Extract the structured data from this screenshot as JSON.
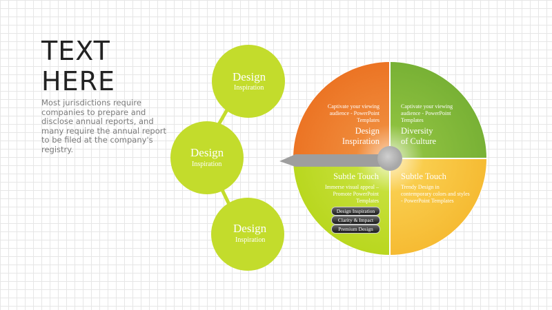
{
  "heading": {
    "line1": "TEXT",
    "line2": "HERE"
  },
  "description": "Most jurisdictions require companies to prepare and disclose annual reports, and many require the annual report to be filed at the company's registry.",
  "circles": [
    {
      "title": "Design",
      "subtitle": "Inspiration"
    },
    {
      "title": "Design",
      "subtitle": "Inspiration"
    },
    {
      "title": "Design",
      "subtitle": "Inspiration"
    }
  ],
  "quadrants": {
    "top_left": {
      "text": "Captivate your viewing audience - PowerPoint Templates",
      "heading_line1": "Design",
      "heading_line2": "Inspiration"
    },
    "top_right": {
      "text": "Captivate your viewing audience - PowerPoint Templates",
      "heading_line1": "Diversity",
      "heading_line2": "of Culture"
    },
    "bottom_left": {
      "heading": "Subtle Touch",
      "text": "Immerse visual appeal – Promote PowerPoint Templates",
      "tags": [
        "Design Inspiration",
        "Clarity & Impact",
        "Premium Design"
      ]
    },
    "bottom_right": {
      "heading": "Subtle Touch",
      "text": "Trendy Design in contemporary colors and styles - PowerPoint Templates"
    }
  },
  "colors": {
    "lime": "#c3dc2c",
    "orange": "#ef7f2a",
    "green": "#86b93b",
    "yellow": "#f7c33a",
    "hub": "#b3b3b3"
  }
}
